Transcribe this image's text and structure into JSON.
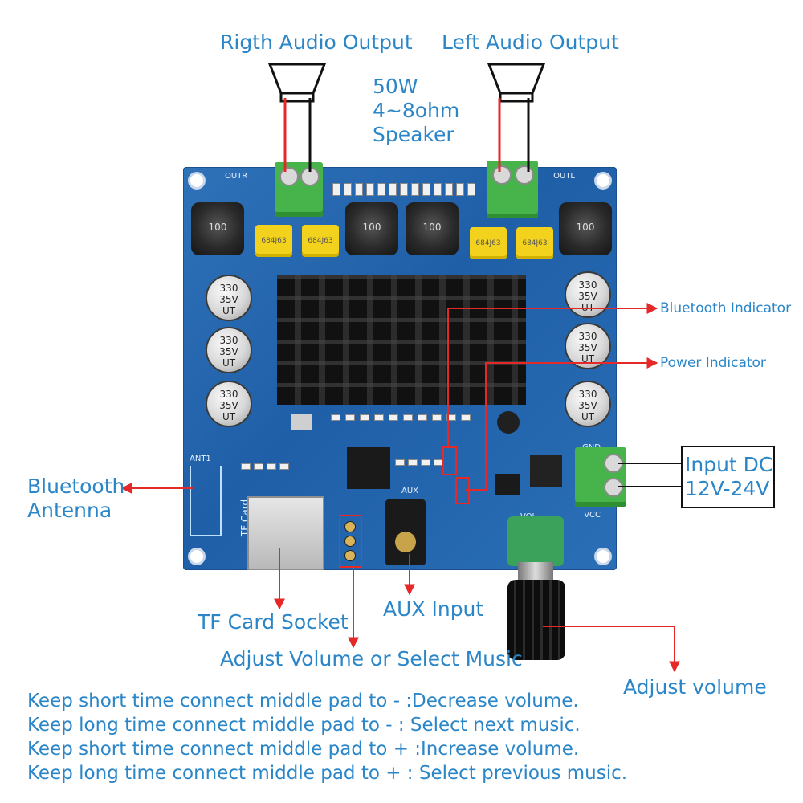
{
  "labels": {
    "right_output": "Rigth Audio Output",
    "left_output": "Left Audio Output",
    "speaker_spec_1": "50W",
    "speaker_spec_2": "4~8ohm",
    "speaker_spec_3": "Speaker",
    "bluetooth_indicator": "Bluetooth Indicator",
    "power_indicator": "Power Indicator",
    "input_dc_1": "Input DC",
    "input_dc_2": "12V-24V",
    "bluetooth_antenna_1": "Bluetooth",
    "bluetooth_antenna_2": "Antenna",
    "tf_card_socket": "TF Card Socket",
    "aux_input": "AUX Input",
    "adjust_volume_or_music": "Adjust Volume or Select Music",
    "adjust_volume": "Adjust volume"
  },
  "notes": [
    "Keep short time connect middle pad to - :Decrease volume.",
    "Keep long time connect middle pad to - : Select next music.",
    "Keep short time connect middle pad to + :Increase volume.",
    "Keep long time connect middle pad to + : Select previous music."
  ],
  "board": {
    "outr": "OUTR",
    "outl": "OUTL",
    "gnd": "GND",
    "vcc": "VCC",
    "aux": "AUX",
    "vol": "VOL",
    "tf_card": "TF Card",
    "ant": "ANT1",
    "inductor": "100",
    "cap_yellow": "684J63",
    "ecap_1": "330",
    "ecap_2": "35V",
    "ecap_3": "UT"
  },
  "colors": {
    "label_blue": "#2b86c8",
    "arrow_red": "#e52828",
    "board_blue": "#2a6fb6"
  }
}
